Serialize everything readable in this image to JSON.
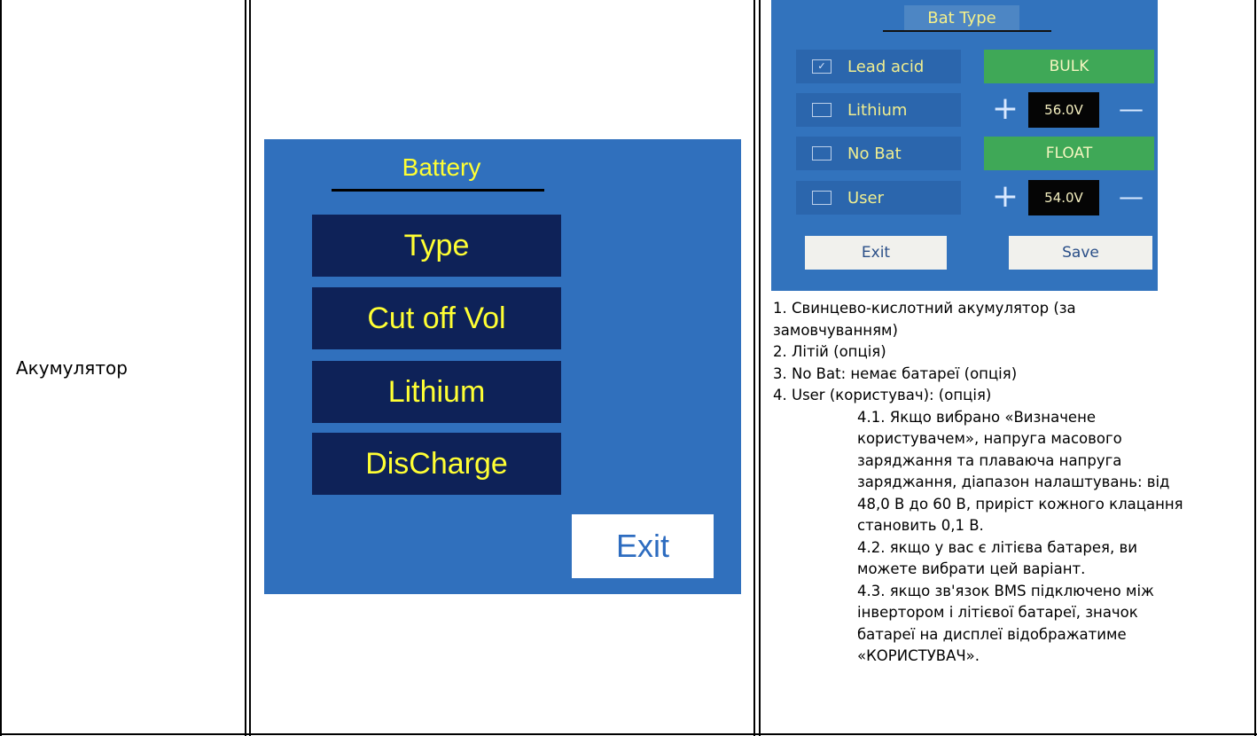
{
  "row_label": "Акумулятор",
  "battery_screen": {
    "title": "Battery",
    "menu": [
      "Type",
      "Cut off Vol",
      "Lithium",
      "DisCharge"
    ],
    "exit_label": "Exit"
  },
  "bat_type_screen": {
    "title": "Bat Type",
    "options": [
      {
        "label": "Lead acid",
        "checked": true
      },
      {
        "label": "Lithium",
        "checked": false
      },
      {
        "label": "No Bat",
        "checked": false
      },
      {
        "label": "User",
        "checked": false
      }
    ],
    "bulk_label": "BULK",
    "bulk_voltage": "56.0V",
    "float_label": "FLOAT",
    "float_voltage": "54.0V",
    "check_mark": "✓",
    "plus_symbol": "+",
    "minus_symbol": "—",
    "exit_label": "Exit",
    "save_label": "Save"
  },
  "notes": [
    "1. Свинцево-кислотний акумулятор (за",
    "замовчуванням)",
    "2. Літій (опція)",
    "3. No Bat: немає батареї (опція)",
    "4. User (користувач): (опція)"
  ],
  "sub_notes": [
    "4.1. Якщо вибрано «Визначене",
    "користувачем», напруга масового",
    "заряджання та плаваюча напруга",
    "заряджання, діапазон налаштувань: від",
    "48,0 В до 60 В, приріст кожного клацання",
    "становить 0,1 В.",
    "4.2. якщо у вас є літієва батарея, ви",
    "можете вибрати цей варіант.",
    "4.3. якщо зв'язок BMS підключено між",
    "інвертором і літієвої батареї, значок",
    "батареї на дисплеї відображатиме",
    "«КОРИСТУВАЧ»."
  ]
}
